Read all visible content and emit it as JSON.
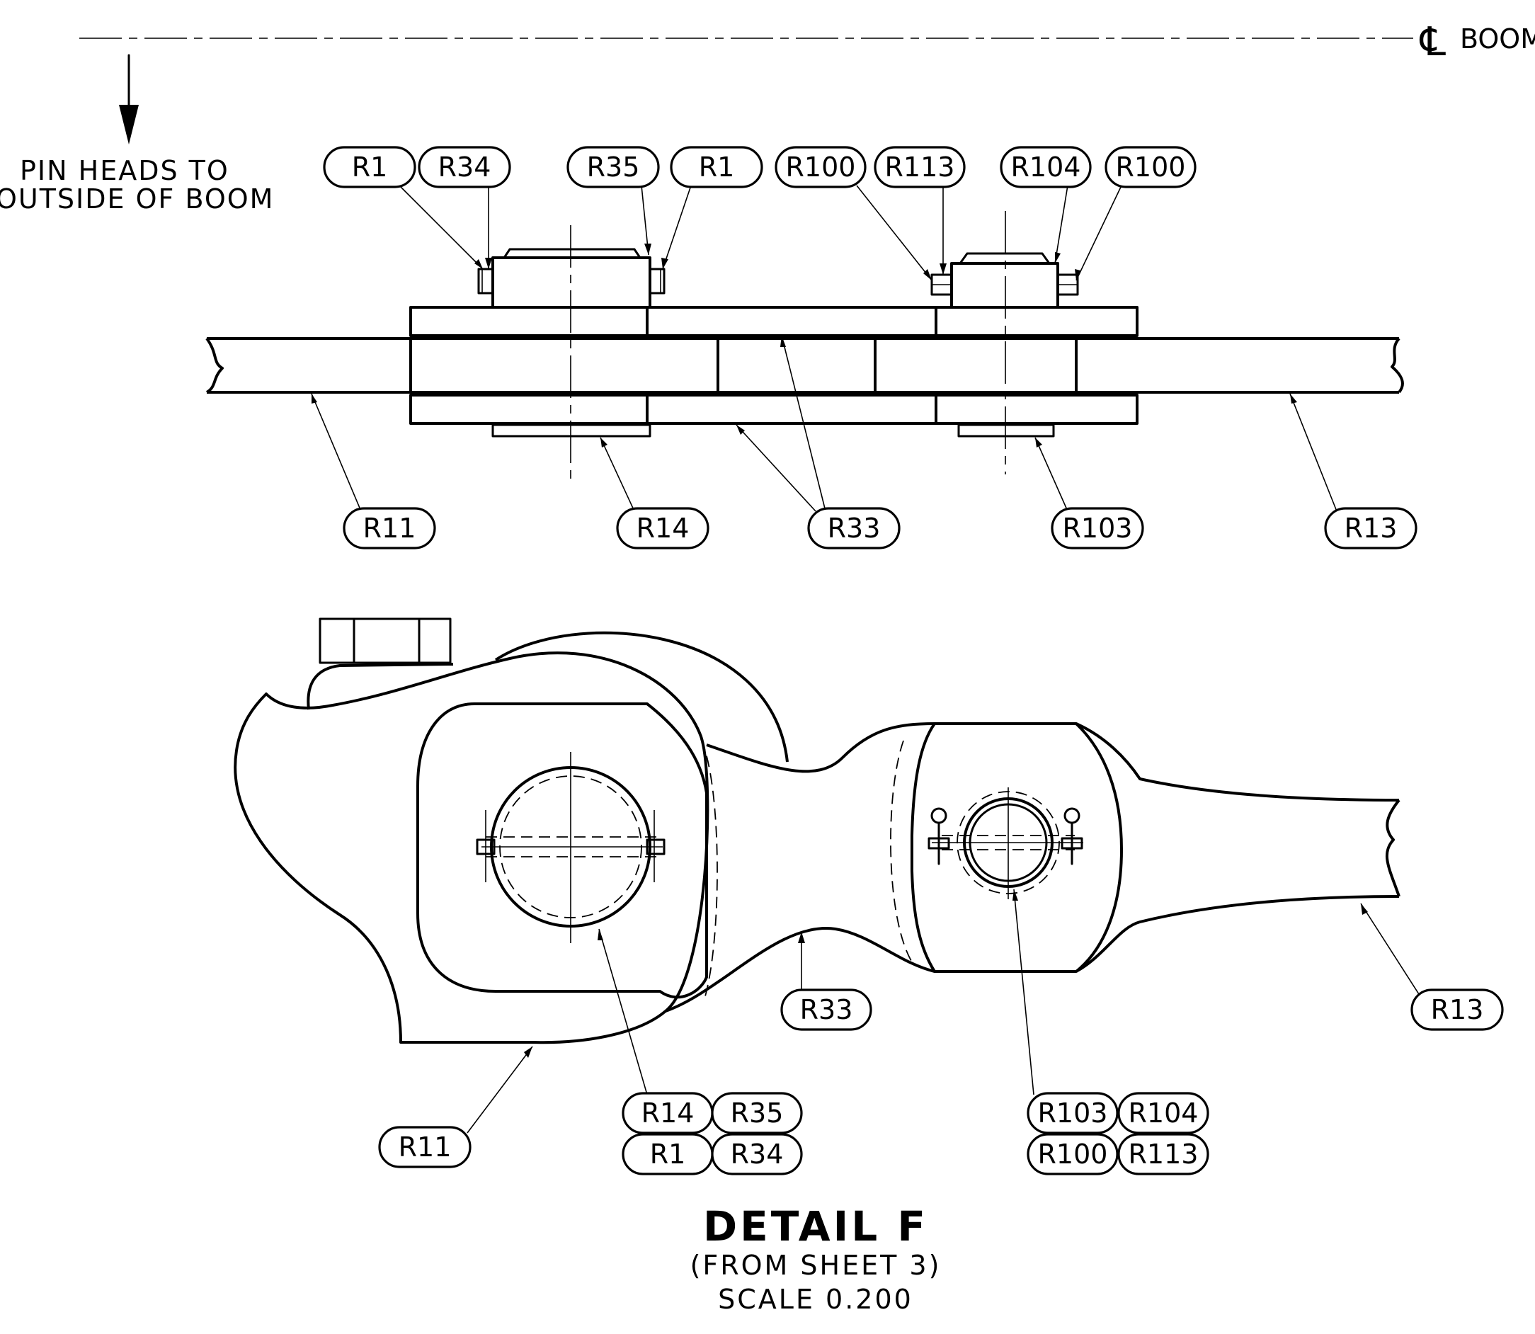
{
  "boom_centerline": {
    "symbol": "℄",
    "label": "BOOM"
  },
  "note": {
    "line1": "PIN HEADS TO",
    "line2": "OUTSIDE OF BOOM"
  },
  "balloons": {
    "top_r1_a": "R1",
    "top_r34": "R34",
    "top_r35": "R35",
    "top_r1_b": "R1",
    "top_r100_a": "R100",
    "top_r113": "R113",
    "top_r104": "R104",
    "top_r100_b": "R100",
    "mid_r11": "R11",
    "mid_r14": "R14",
    "mid_r33": "R33",
    "mid_r103": "R103",
    "mid_r13": "R13",
    "bot_r33": "R33",
    "bot_r13": "R13",
    "bot_r11": "R11",
    "grp_r14": "R14",
    "grp_r35": "R35",
    "grp_r1": "R1",
    "grp_r34": "R34",
    "grp_r103": "R103",
    "grp_r104": "R104",
    "grp_r100": "R100",
    "grp_r113": "R113"
  },
  "title_block": {
    "title": "DETAIL F",
    "source": "(FROM SHEET 3)",
    "scale": "SCALE 0.200"
  }
}
